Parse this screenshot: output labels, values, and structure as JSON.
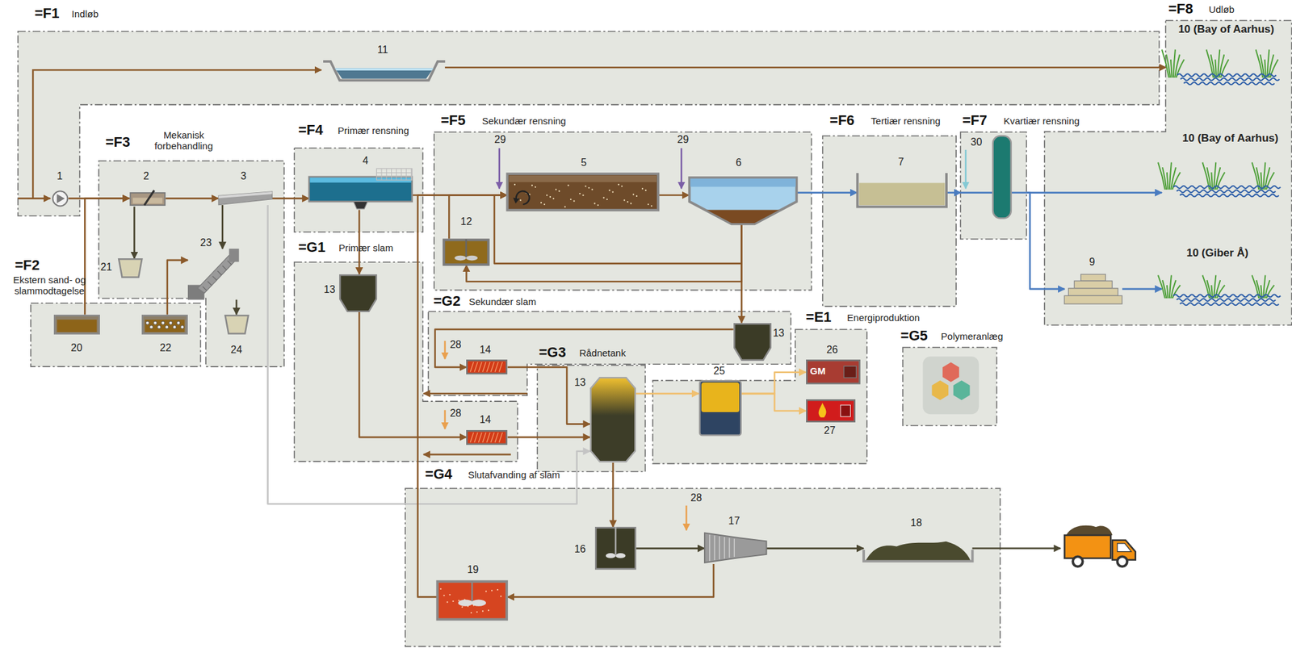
{
  "diagram": {
    "nodes": [
      {
        "text": [
          "=F1",
          "Indløb"
        ]
      },
      {
        "text": [
          "1"
        ],
        "in": 0
      },
      {
        "text": [
          "11"
        ],
        "in": 0
      },
      {
        "text": [
          "=F8",
          "Udløb"
        ]
      },
      {
        "text": [
          "10 (Bay of Aarhus)"
        ],
        "in": 3
      },
      {
        "text": [
          "10 (Bay of Aarhus)"
        ],
        "in": 3
      },
      {
        "text": [
          "9"
        ],
        "in": 3
      },
      {
        "text": [
          "10 (Giber Å)"
        ],
        "in": 3
      },
      {
        "text": [
          "=F2",
          "Ekstern sand- og slammodtagelse"
        ]
      },
      {
        "text": [
          "20"
        ],
        "in": 8
      },
      {
        "text": [
          "22"
        ],
        "in": 8
      },
      {
        "text": [
          "=F3",
          "Mekanisk forbehandling"
        ]
      },
      {
        "text": [
          "2"
        ],
        "in": 11
      },
      {
        "text": [
          "3"
        ],
        "in": 11
      },
      {
        "text": [
          "21"
        ],
        "in": 11
      },
      {
        "text": [
          "23"
        ],
        "in": 11
      },
      {
        "text": [
          "24"
        ],
        "in": 11
      },
      {
        "text": [
          "=F4",
          "Primær rensning"
        ]
      },
      {
        "text": [
          "4"
        ],
        "in": 17
      },
      {
        "text": [
          "=F5",
          "Sekundær rensning"
        ]
      },
      {
        "text": [
          "12"
        ],
        "in": 19
      },
      {
        "text": [
          "5"
        ],
        "in": 19
      },
      {
        "text": [
          "6"
        ],
        "in": 19
      },
      {
        "text": [
          "=F6",
          "Tertiær rensning"
        ]
      },
      {
        "text": [
          "7"
        ],
        "in": 23
      },
      {
        "text": [
          "=F7",
          "Kvartiær rensning"
        ]
      },
      {
        "text": [
          "=G1",
          "Primær slam"
        ]
      },
      {
        "text": [
          "13"
        ],
        "in": 26
      },
      {
        "text": [
          "14"
        ],
        "in": 26
      },
      {
        "text": [
          "=G2",
          "Sekundær slam"
        ]
      },
      {
        "text": [
          "13"
        ],
        "in": 29
      },
      {
        "text": [
          "14"
        ],
        "in": 29
      },
      {
        "text": [
          "=G3",
          "Rådnetank"
        ]
      },
      {
        "text": [
          "13"
        ],
        "in": 32
      },
      {
        "text": [
          "=E1",
          "Energiproduktion"
        ]
      },
      {
        "text": [
          "25"
        ],
        "in": 34
      },
      {
        "text": [
          "26"
        ],
        "in": 34
      },
      {
        "text": [
          "27"
        ],
        "in": 34
      },
      {
        "text": [
          "=G5",
          "Polymeranlæg"
        ]
      },
      {
        "text": [
          "=G4",
          "Slutafvanding af slam"
        ]
      },
      {
        "text": [
          "16"
        ],
        "in": 39
      },
      {
        "text": [
          "17"
        ],
        "in": 39
      },
      {
        "text": [
          "18"
        ],
        "in": 39
      },
      {
        "text": [
          "19"
        ],
        "in": 39
      }
    ],
    "edges": [
      {
        "from": 2,
        "to": 4,
        "arrow": "to"
      },
      {
        "from": 1,
        "to": 12,
        "arrow": "to"
      },
      {
        "from": 9,
        "to": 12,
        "arrow": "to"
      },
      {
        "from": 12,
        "to": 14,
        "arrow": "to"
      },
      {
        "from": 12,
        "to": 13,
        "arrow": "to"
      },
      {
        "from": 10,
        "to": 15,
        "arrow": "to"
      },
      {
        "from": 13,
        "to": 15,
        "arrow": "to"
      },
      {
        "from": 15,
        "to": 16,
        "arrow": "to"
      },
      {
        "from": 13,
        "to": 18,
        "arrow": "to"
      },
      {
        "from": 13,
        "to": 33,
        "arrow": "to"
      },
      {
        "from": 18,
        "to": 21,
        "arrow": "to"
      },
      {
        "from": 18,
        "to": 27,
        "arrow": "to"
      },
      {
        "from": 27,
        "to": 28,
        "arrow": "to"
      },
      {
        "from": 28,
        "to": 33,
        "arrow": "to"
      },
      {
        "from": 20,
        "to": 21,
        "arrow": "to"
      },
      {
        "from": 21,
        "to": 22,
        "arrow": "to"
      },
      {
        "from": 22,
        "to": 21,
        "arrow": "to"
      },
      {
        "from": 22,
        "to": 20,
        "arrow": "to"
      },
      {
        "from": 22,
        "to": 30,
        "arrow": "to"
      },
      {
        "from": 30,
        "to": 31,
        "arrow": "to"
      },
      {
        "from": 31,
        "to": 33,
        "arrow": "to"
      },
      {
        "from": 22,
        "to": 24,
        "arrow": "to"
      },
      {
        "from": 24,
        "to": 25,
        "arrow": "to"
      },
      {
        "from": 25,
        "to": 5,
        "arrow": "to"
      },
      {
        "from": 25,
        "to": 6,
        "arrow": "to"
      },
      {
        "from": 6,
        "to": 7,
        "arrow": "to"
      },
      {
        "from": 33,
        "to": 35,
        "arrow": "to"
      },
      {
        "from": 35,
        "to": 36,
        "arrow": "to"
      },
      {
        "from": 35,
        "to": 37,
        "arrow": "to"
      },
      {
        "from": 33,
        "to": 40,
        "arrow": "to"
      },
      {
        "from": 40,
        "to": 41,
        "arrow": "to"
      },
      {
        "from": 41,
        "to": 42,
        "arrow": "to"
      },
      {
        "from": 41,
        "to": 43,
        "arrow": "to"
      },
      {
        "from": 43,
        "to": 21,
        "arrow": "to"
      }
    ],
    "labels": [
      "29",
      "29",
      "28",
      "28",
      "28",
      "30",
      "GM"
    ]
  }
}
